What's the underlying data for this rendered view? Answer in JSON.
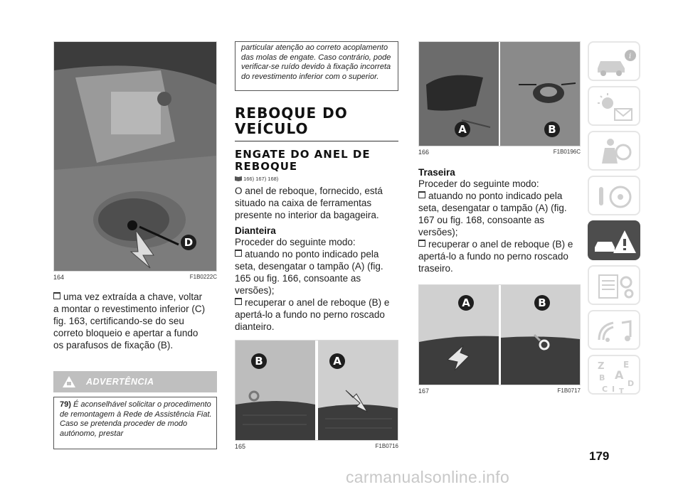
{
  "left": {
    "figure": {
      "number": "164",
      "code": "F1B0222C",
      "callout": "D"
    },
    "bullet_text": "uma vez extraída a chave, voltar a montar o revestimento inferior (C) fig. 163, certificando-se do seu correto bloqueio e apertar a fundo os parafusos de fixação (B).",
    "warning": {
      "title": "ADVERTÊNCIA",
      "note_number": "79)",
      "text": "É aconselhável solicitar o procedimento de remontagem à Rede de Assistência Fiat. Caso se pretenda proceder de modo autónomo, prestar"
    }
  },
  "middle": {
    "continued_note": "particular atenção ao correto acoplamento das molas de engate. Caso contrário, pode verificar-se ruído devido à fixação incorreta do revestimento inferior com o superior.",
    "section_title_line1": "REBOQUE DO",
    "section_title_line2": "VEÍCULO",
    "subsection_title_line1": "ENGATE DO ANEL DE",
    "subsection_title_line2": "REBOQUE",
    "refs": "166)  167)  168)",
    "intro": "O anel de reboque, fornecido, está situado na caixa de ferramentas presente no interior da bagageira.",
    "front_heading": "Dianteira",
    "front_lead": "Proceder do seguinte modo:",
    "front_bullets": [
      "atuando no ponto indicado pela seta, desengatar o tampão (A) (fig. 165 ou fig. 166, consoante as versões);",
      "recuperar o anel de reboque (B) e apertá-lo a fundo no perno roscado dianteiro."
    ],
    "figure": {
      "number": "165",
      "code": "F1B0716",
      "label_b": "B",
      "label_a": "A"
    }
  },
  "right": {
    "figure_top": {
      "number": "166",
      "code": "F1B0196C",
      "label_a": "A",
      "label_b": "B"
    },
    "rear_heading": "Traseira",
    "rear_lead": "Proceder do seguinte modo:",
    "rear_bullets": [
      "atuando no ponto indicado pela seta, desengatar o tampão (A) (fig. 167 ou fig. 168, consoante as versões);",
      "recuperar o anel de reboque (B) e apertá-lo a fundo no perno roscado traseiro."
    ],
    "figure_bottom": {
      "number": "167",
      "code": "F1B0717",
      "label_a": "A",
      "label_b": "B"
    }
  },
  "sidebar": {
    "tabs": [
      "car-info-icon",
      "warning-lights-icon",
      "safety-airbag-icon",
      "steering-wheel-icon",
      "emergency-breakdown-icon",
      "maintenance-icon",
      "multimedia-icon",
      "index-icon"
    ],
    "active_index": 4,
    "index_letters": "Z E B A C D I T"
  },
  "page_number": "179",
  "watermark": "carmanualsonline.info"
}
